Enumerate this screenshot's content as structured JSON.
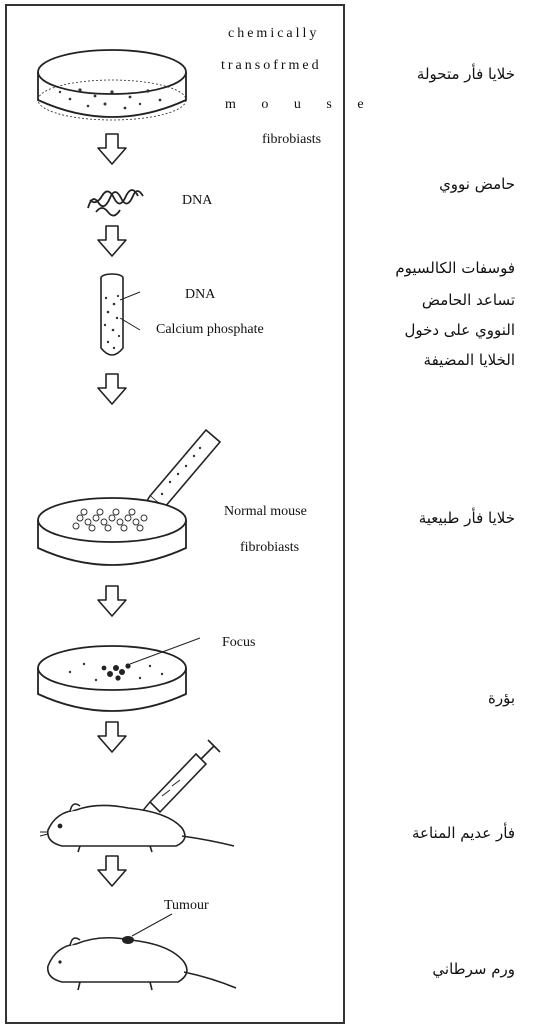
{
  "english_labels": {
    "source_line1": "chemically",
    "source_line2": "transofrmed",
    "source_line3": "m o u s e",
    "source_line4": "fibrobiasts",
    "dna": "DNA",
    "tube_dna": "DNA",
    "tube_calcium": "Calcium phosphate",
    "normal_line1": "Normal mouse",
    "normal_line2": "fibrobiasts",
    "focus": "Focus",
    "tumour": "Tumour"
  },
  "arabic_labels": {
    "step1": "خلايا فأر متحولة",
    "step2": "حامض نووي",
    "step3_line1": "فوسفات الكالسيوم",
    "step3_line2": "تساعد الحامض",
    "step3_line3": "النووي على دخول",
    "step3_line4": "الخلايا المضيفة",
    "step4": "خلايا فأر طبيعية",
    "step5": "بؤرة",
    "step6": "فأر عديم المناعة",
    "step7": "ورم سرطاني"
  }
}
